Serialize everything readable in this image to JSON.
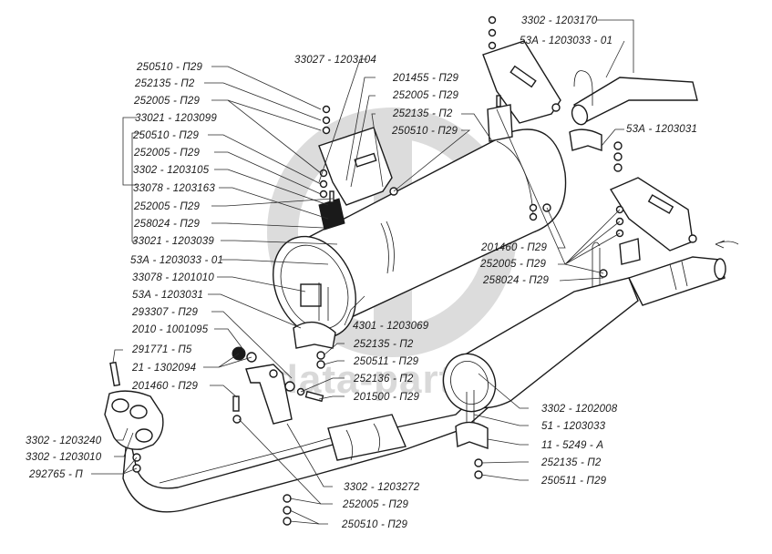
{
  "diagram": {
    "title": "Exhaust system — muffler, resonator and mounting parts",
    "watermark": {
      "logo": "GD",
      "text": "data-parts"
    },
    "colors": {
      "line": "#1a1a1a",
      "watermark": "#d9d9d9",
      "background": "#ffffff"
    },
    "labels": {
      "l01": "250510 - П29",
      "l02": "252135 - П2",
      "l03": "252005 - П29",
      "l04": "33021 - 1203099",
      "l05": "250510 - П29",
      "l06": "252005 - П29",
      "l07": "3302 - 1203105",
      "l08": "33078 - 1203163",
      "l09": "252005 - П29",
      "l10": "258024 - П29",
      "l11": "33021 - 1203039",
      "l12": "53А - 1203033 - 01",
      "l13": "33078 - 1201010",
      "l14": "53А - 1203031",
      "l15": "293307 - П29",
      "l16": "2010 - 1001095",
      "l17": "291771 - П5",
      "l18": "21 - 1302094",
      "l19": "201460 - П29",
      "l20": "3302 - 1203240",
      "l21": "3302 - 1203010",
      "l22": "292765 - П",
      "l23": "33027 - 1203104",
      "l24": "201455 - П29",
      "l25": "252005 - П29",
      "l26": "252135 - П2",
      "l27": "250510 - П29",
      "l28": "3302 - 1203170",
      "l29": "53А - 1203033 - 01",
      "l30": "53А - 1203031",
      "l31": "201460 - П29",
      "l32": "252005 - П29",
      "l33": "258024 - П29",
      "l34": "4301 - 1203069",
      "l35": "252135 - П2",
      "l36": "250511 - П29",
      "l37": "252136 - П2",
      "l38": "201500 - П29",
      "l39": "3302 - 1202008",
      "l40": "51 - 1203033",
      "l41": "11 - 5249 - А",
      "l42": "252135 - П2",
      "l43": "250511 - П29",
      "l44": "3302 - 1203272",
      "l45": "252005 - П29",
      "l46": "250510 - П29"
    }
  }
}
